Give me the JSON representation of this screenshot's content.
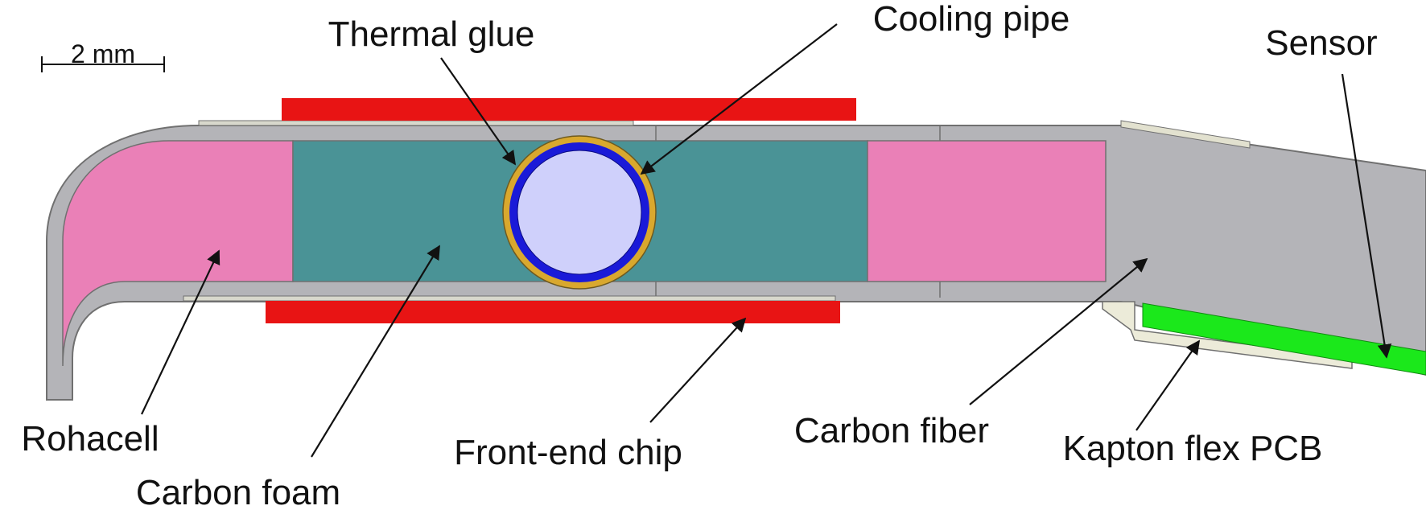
{
  "scale_bar": {
    "label": "2 mm"
  },
  "labels": {
    "thermal_glue": "Thermal glue",
    "cooling_pipe": "Cooling pipe",
    "sensor": "Sensor",
    "rohacell": "Rohacell",
    "carbon_foam": "Carbon foam",
    "front_end_chip": "Front-end chip",
    "carbon_fiber": "Carbon fiber",
    "kapton_flex_pcb": "Kapton flex PCB"
  },
  "colors": {
    "carbon_fiber": "#b4b4b8",
    "rohacell": "#ea80b7",
    "carbon_foam": "#4a9396",
    "front_end_chip": "#e81414",
    "cooling_pipe_wall": "#1a1ad8",
    "pipe_interior": "#cfd0fb",
    "thermal_glue": "#d9a82e",
    "sensor": "#1be81b",
    "kapton": "#ecebd9",
    "outline": "#707070"
  }
}
